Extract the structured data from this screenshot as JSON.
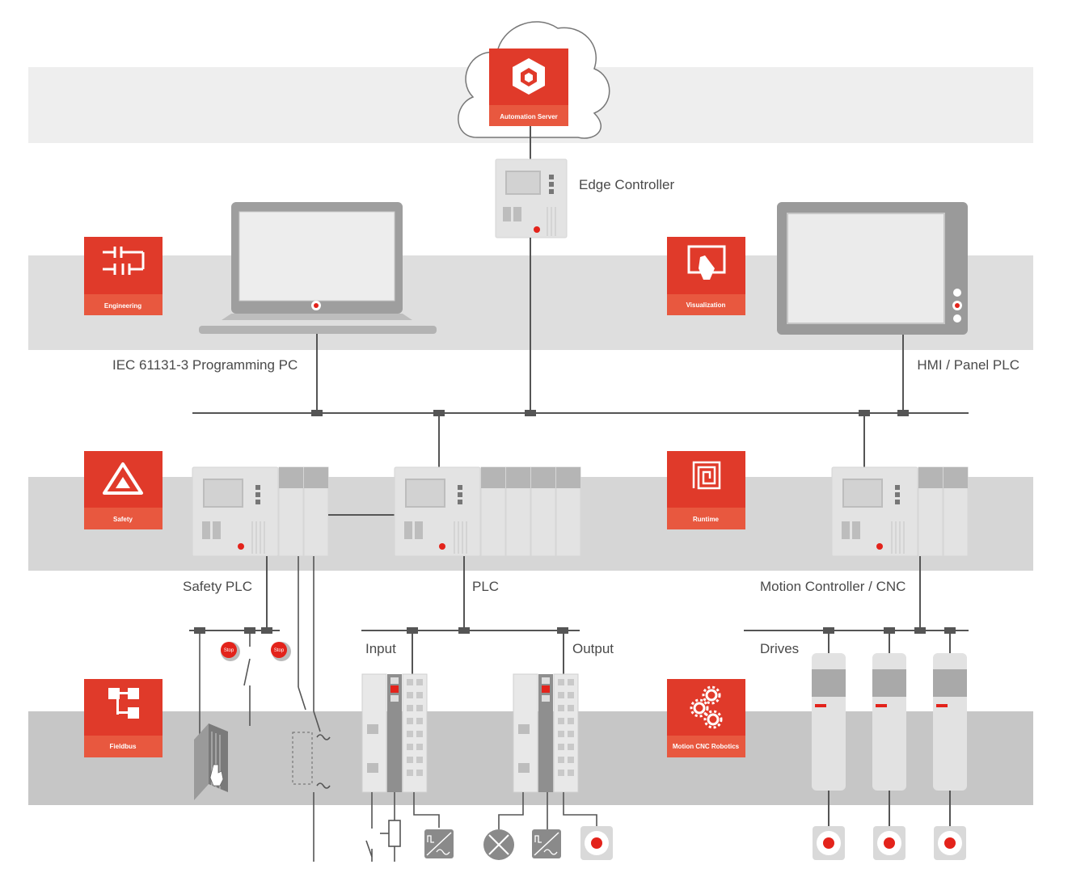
{
  "diagram": {
    "labels": {
      "edge_controller": "Edge Controller",
      "programming_pc": "IEC 61131-3 Programming PC",
      "hmi_panel": "HMI / Panel PLC",
      "safety_plc": "Safety PLC",
      "plc": "PLC",
      "motion_controller": "Motion Controller / CNC",
      "input": "Input",
      "output": "Output",
      "drives": "Drives"
    },
    "tiles": {
      "automation_server": "Automation Server",
      "engineering": "Engineering",
      "visualization": "Visualization",
      "safety": "Safety",
      "runtime": "Runtime",
      "fieldbus": "Fieldbus",
      "motion": "Motion CNC Robotics"
    },
    "stop_button_text": "Stop",
    "colors": {
      "accent_red": "#e3231b",
      "tile_red": "#e03a2a",
      "band_light": "#eeeeee",
      "band_mid": "#dedede",
      "band_dark": "#c6c6c6",
      "device_grey": "#e3e3e3",
      "line": "#555555"
    },
    "icons": [
      "cloud-icon",
      "hexagon-logo-icon",
      "ladder-logic-icon",
      "touch-screen-icon",
      "warning-triangle-icon",
      "spiral-icon",
      "network-tree-icon",
      "gears-icon"
    ]
  }
}
